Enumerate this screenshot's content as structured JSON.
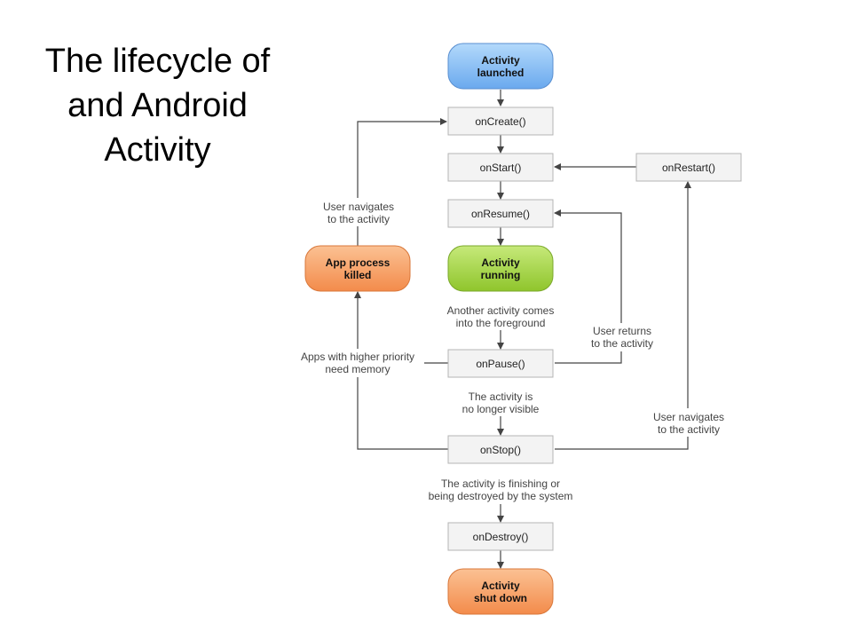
{
  "title": [
    "The lifecycle of",
    "and Android",
    "Activity"
  ],
  "colors": {
    "launched": "#7fb8f4",
    "running": "#a6d64a",
    "killed": "#f7a46a",
    "shutdown": "#f7a46a",
    "method_box": "#f3f3f3",
    "edge": "#444444"
  },
  "nodes": {
    "activity_launched": [
      "Activity",
      "launched"
    ],
    "on_create": "onCreate()",
    "on_start": "onStart()",
    "on_restart": "onRestart()",
    "on_resume": "onResume()",
    "activity_running": [
      "Activity",
      "running"
    ],
    "app_process_killed": [
      "App process",
      "killed"
    ],
    "on_pause": "onPause()",
    "on_stop": "onStop()",
    "on_destroy": "onDestroy()",
    "activity_shut_down": [
      "Activity",
      "shut down"
    ]
  },
  "labels": {
    "user_navigates_killed": [
      "User navigates",
      "to the activity"
    ],
    "another_activity": [
      "Another activity comes",
      "into the foreground"
    ],
    "user_returns": [
      "User returns",
      "to the activity"
    ],
    "apps_higher_priority": [
      "Apps with higher priority",
      "need memory"
    ],
    "no_longer_visible": [
      "The activity is",
      "no longer visible"
    ],
    "user_navigates_stop": [
      "User navigates",
      "to the activity"
    ],
    "finishing": [
      "The activity is finishing or",
      "being destroyed by the system"
    ]
  }
}
